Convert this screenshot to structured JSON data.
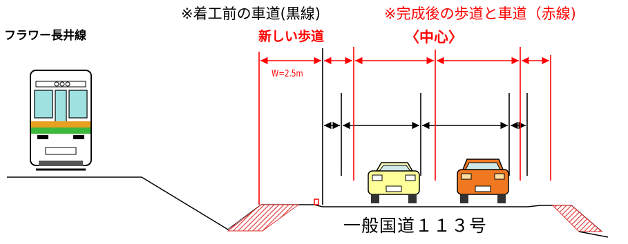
{
  "captions": {
    "existing": "※着工前の車道(黒線)",
    "completed": "※完成後の歩道と車道（赤線)"
  },
  "labels": {
    "line_name": "フラワー長井線",
    "new_sidewalk": "新しい歩道",
    "center": "〈中心〉",
    "sidewalk_width": "W=2.5m",
    "road_name": "一般国道１１３号"
  },
  "colors": {
    "existing_lines": "#000000",
    "completed_lines": "#ff0000",
    "hatch": "#e03030"
  },
  "icons": [
    "train-icon",
    "yellow-car-icon",
    "orange-car-icon"
  ]
}
